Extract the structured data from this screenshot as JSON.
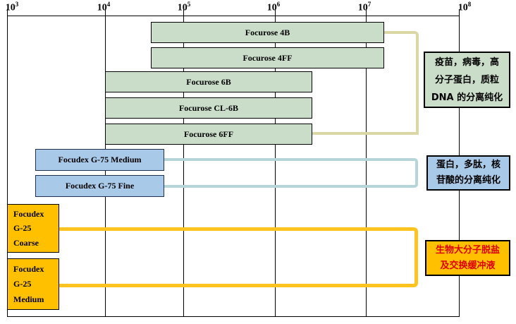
{
  "chart_data": {
    "type": "bar",
    "subtype": "horizontal-range-chart",
    "x_scale": "log",
    "x_min": 1000,
    "x_max": 100000000,
    "x_tick_labels": [
      "10^3",
      "10^4",
      "10^5",
      "10^6",
      "10^7",
      "10^8"
    ],
    "grid": true,
    "series": [
      {
        "name": "Focurose 4B",
        "min": 40000,
        "max": 15000000,
        "color": "#C9DDC9"
      },
      {
        "name": "Focurose 4FF",
        "min": 40000,
        "max": 15000000,
        "color": "#C9DDC9"
      },
      {
        "name": "Focurose 6B",
        "min": 10000,
        "max": 2500000,
        "color": "#C9DDC9"
      },
      {
        "name": "Focurose CL-6B",
        "min": 10000,
        "max": 2500000,
        "color": "#C9DDC9"
      },
      {
        "name": "Focurose 6FF",
        "min": 10000,
        "max": 2500000,
        "color": "#C9DDC9"
      },
      {
        "name": "Focudex G-75 Medium",
        "min": 2000,
        "max": 55000,
        "color": "#A9C9E9"
      },
      {
        "name": "Focudex G-75 Fine",
        "min": 2000,
        "max": 55000,
        "color": "#A9C9E9"
      },
      {
        "name": "Focudex G-25 Coarse",
        "min": 1000,
        "max": 3700,
        "color": "#FFC000",
        "label_lines": [
          "Focudex",
          "G-25",
          "Coarse"
        ]
      },
      {
        "name": "Focudex G-25 Medium",
        "min": 1000,
        "max": 3700,
        "color": "#FFC000",
        "label_lines": [
          "Focudex",
          "G-25",
          "Medium"
        ]
      }
    ],
    "annotations": [
      {
        "for": "Focurose series",
        "text": "疫苗，病毒，高分子蛋白，质粒DNA的分离纯化"
      },
      {
        "for": "Focudex G-75 series",
        "text": "蛋白，多肽，核苷酸的分离纯化"
      },
      {
        "for": "Focudex G-25 series",
        "text": "生物大分子脱盐及交换缓冲液"
      }
    ]
  },
  "axis": {
    "ticks": [
      {
        "base": "10",
        "exp": "3"
      },
      {
        "base": "10",
        "exp": "4"
      },
      {
        "base": "10",
        "exp": "5"
      },
      {
        "base": "10",
        "exp": "6"
      },
      {
        "base": "10",
        "exp": "7"
      },
      {
        "base": "10",
        "exp": "8"
      }
    ]
  },
  "annotation_boxes": {
    "green": {
      "lines": [
        "疫苗，病毒，高",
        "分子蛋白，质粒",
        "DNA 的分离纯化"
      ],
      "fill": "#C9DDC9",
      "text_color": "#000000"
    },
    "blue": {
      "lines": [
        "蛋白，多肽，核",
        "苷酸的分离纯化"
      ],
      "fill": "#A9C9E9",
      "text_color": "#000000"
    },
    "yellow": {
      "lines": [
        "生物大分子脱盐",
        "及交换缓冲液"
      ],
      "fill": "#FFC000",
      "text_color": "#E00000"
    }
  },
  "colors": {
    "green_fill": "#C9DDC9",
    "blue_fill": "#A9C9E9",
    "yellow_fill": "#FFC000",
    "beige_connector": "#DBD7A5",
    "teal_connector": "#B5D5D8",
    "gold_connector": "#FFC320",
    "grid": "#000000"
  }
}
